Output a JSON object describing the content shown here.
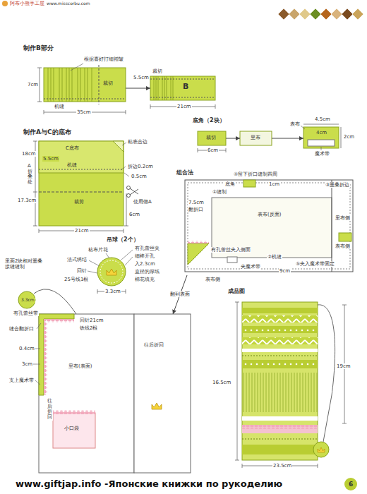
{
  "diagram": {
    "nodes": [
      {
        "text": [
          "裁切"
        ]
      },
      {
        "text": [
          "B"
        ]
      },
      {
        "text": [
          "C底布",
          "机缝",
          "裁剪"
        ]
      },
      {
        "text": [
          "裁切"
        ]
      },
      {
        "text": [
          "里布"
        ]
      },
      {
        "text": [
          "4cm"
        ]
      },
      {
        "text": [
          "组合法",
          "表布(反面)"
        ]
      },
      {
        "text": [
          "里布(表面)"
        ]
      },
      {
        "text": [
          "小口袋"
        ],
        "in": 7
      },
      {
        "text": [
          "往后折回"
        ]
      }
    ],
    "edges": [
      {
        "from": 0,
        "to": 1,
        "arrow": "to"
      },
      {
        "from": 3,
        "to": 4,
        "arrow": "to"
      },
      {
        "from": 4,
        "to": 5,
        "arrow": "to"
      },
      {
        "from": 6,
        "to": 9,
        "arrow": "to",
        "label": "翻到表面"
      }
    ],
    "labels": [
      "阿布小熊手工屋",
      "www.misscorbu.com",
      "制作B部分",
      "根据喜好打细褶皱",
      "7cm",
      "机缝",
      "35cm",
      "裁切",
      "5.5cm",
      "21cm",
      "制作A与C的底布",
      "5.5cm",
      "粘底合边",
      "折边0.2cm",
      "0.5cm",
      "18cm",
      "A折叠处",
      "17.3cm",
      "使用做A",
      "6cm",
      "21cm",
      "底角（2块）",
      "6cm",
      "表布",
      "4.5cm",
      "2cm",
      "魔术带",
      "④留下折口缝制四周",
      "底角",
      "1cm",
      "③重叠折边",
      "①缝制",
      "7.5cm",
      "翻折口",
      "里布侧",
      "表布侧",
      "有孔蕾丝夹入侧面",
      "②机缝",
      "夹魔术带",
      "9cm",
      "⑤夹入魔术带固定",
      "表布侧",
      "吊球（2个）",
      "粘布片花",
      "有孔蕾丝夹",
      "法式绣结",
      "细棒开孔",
      "入2.3cm",
      "直径的厚纸",
      "棉花填充",
      "回针",
      "25号线1根",
      "3.3cm",
      "里面2块相对重叠接缝缝制",
      "3.3cm",
      "有孔蕾丝带",
      "回针21cm",
      "铁线2根",
      "缝合翻折口",
      "0.4cm",
      "3cm",
      "支上魔术带",
      "往后折回",
      "成品图",
      "16.5cm",
      "19cm",
      "23.5cm",
      "www.giftjap.info -Японские книжки по рукоделию",
      "6"
    ]
  }
}
